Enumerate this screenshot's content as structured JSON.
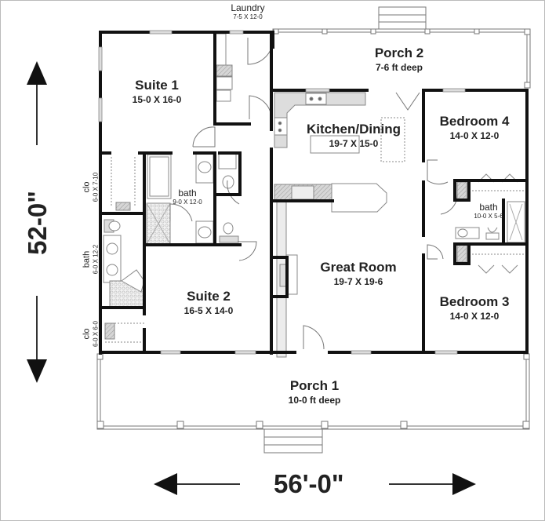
{
  "dimensions": {
    "overall_width": "56'-0\"",
    "overall_depth": "52-0\""
  },
  "rooms": {
    "laundry": {
      "name": "Laundry",
      "size": "7-5 X 12-0"
    },
    "suite1": {
      "name": "Suite 1",
      "size": "15-0 X 16-0"
    },
    "porch2": {
      "name": "Porch 2",
      "size": "7-6 ft deep"
    },
    "kitchen": {
      "name": "Kitchen/Dining",
      "size": "19-7 X 15-0"
    },
    "bedroom4": {
      "name": "Bedroom 4",
      "size": "14-0 X 12-0"
    },
    "suite1_bath": {
      "name": "bath",
      "size": "9-0 X 12-0"
    },
    "hall_bath": {
      "name": "bath",
      "size": "10-0 X 5-6"
    },
    "great_room": {
      "name": "Great Room",
      "size": "19-7 X 19-6"
    },
    "suite2": {
      "name": "Suite 2",
      "size": "16-5 X 14-0"
    },
    "bedroom3": {
      "name": "Bedroom 3",
      "size": "14-0 X 12-0"
    },
    "porch1": {
      "name": "Porch 1",
      "size": "10-0 ft deep"
    },
    "closet_upper": {
      "name": "clo",
      "size": "6-0 X 7-10"
    },
    "suite2_bath": {
      "name": "bath",
      "size": "6-0 X 12-2"
    },
    "closet_lower": {
      "name": "clo",
      "size": "6-0 X 6-0"
    }
  },
  "colors": {
    "wall": "#111111",
    "fixture": "#888888",
    "hatch": "#b5b5b5",
    "text": "#222222"
  }
}
